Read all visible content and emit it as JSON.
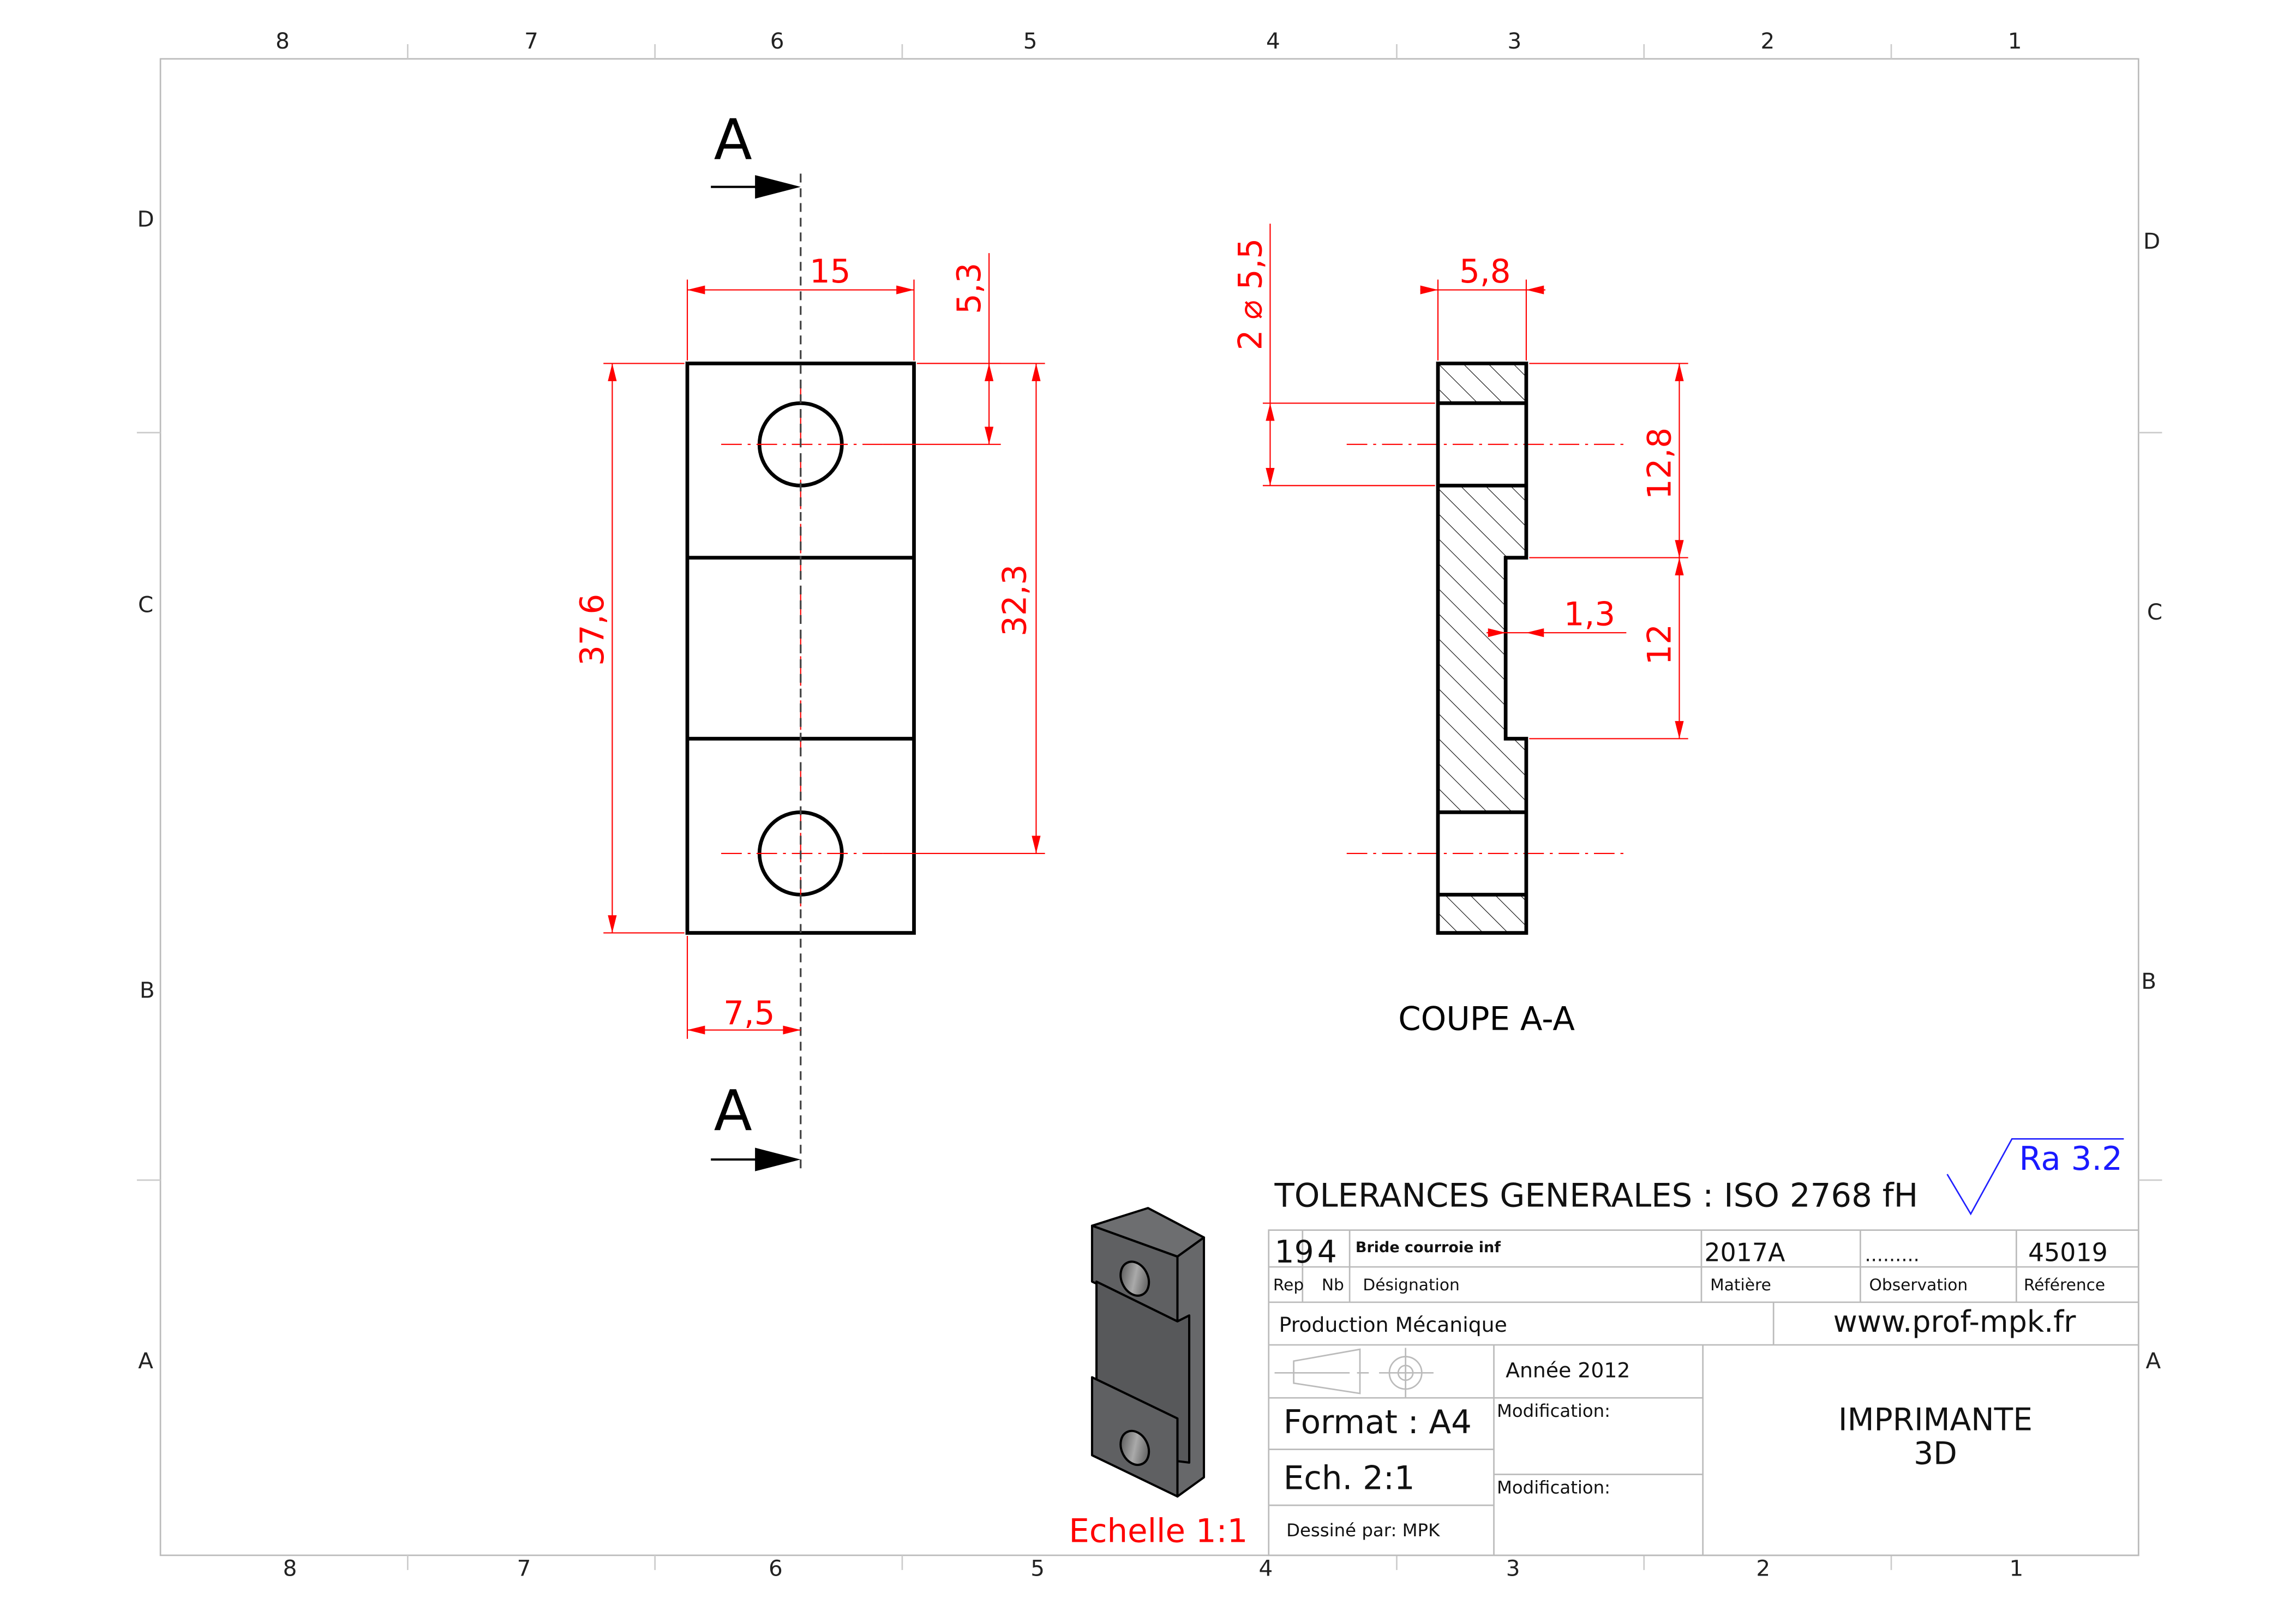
{
  "frame": {
    "zones_top": [
      "8",
      "7",
      "6",
      "5",
      "4",
      "3",
      "2",
      "1"
    ],
    "zones_bottom": [
      "8",
      "7",
      "6",
      "5",
      "4",
      "3",
      "2",
      "1"
    ],
    "rows_left": [
      "D",
      "C",
      "B",
      "A"
    ],
    "rows_right": [
      "D",
      "C",
      "B",
      "A"
    ]
  },
  "views": {
    "section_mark_top": "A",
    "section_mark_bottom": "A",
    "section_title": "COUPE A-A",
    "iso_scale": "Echelle 1:1"
  },
  "dimensions": {
    "width": "15",
    "hole_offset": "5,3",
    "overall_height": "37,6",
    "hole_spacing": "32,3",
    "half_width": "7,5",
    "holes": "2 ⌀ 5,5",
    "thickness": "5,8",
    "upper_height": "12,8",
    "notch_depth": "1,3",
    "notch_height": "12"
  },
  "roughness": "Ra 3.2",
  "tolerances": "TOLERANCES GENERALES : ISO 2768 fH",
  "title_block": {
    "rep": "19",
    "nb": "4",
    "designation": "Bride courroie inf",
    "matiere": "2017A",
    "observation": ".........",
    "reference": "45019",
    "labels": {
      "rep": "Rep",
      "nb": "Nb",
      "designation": "Désignation",
      "matiere": "Matière",
      "observation": "Observation",
      "reference": "Référence"
    },
    "company": "Production Mécanique",
    "website": "www.prof-mpk.fr",
    "year": "Année 2012",
    "format": "Format : A4",
    "scale": "Ech. 2:1",
    "modification_1": "Modification:",
    "modification_2": "Modification:",
    "drawn_by": "Dessiné par: MPK",
    "project_line1": "IMPRIMANTE",
    "project_line2": "3D"
  }
}
